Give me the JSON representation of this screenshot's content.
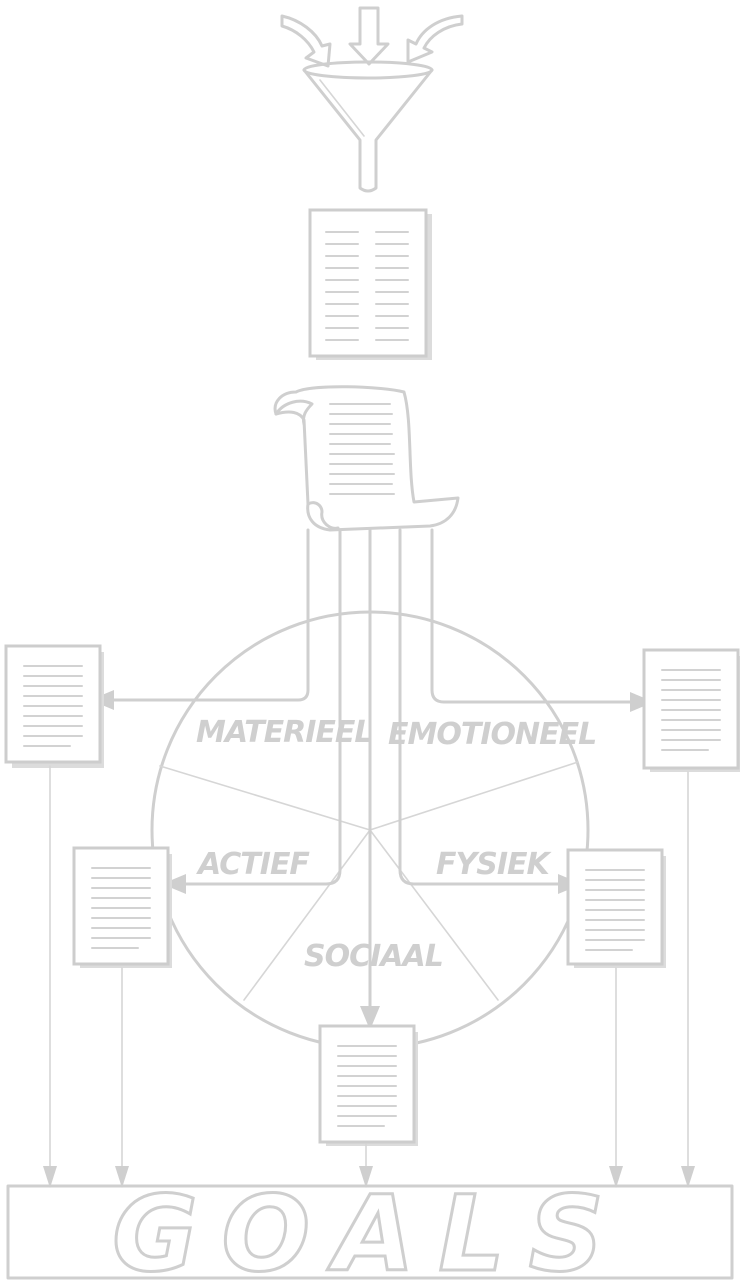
{
  "diagram": {
    "segments": {
      "materieel": "MATERIEEL",
      "emotioneel": "EMOTIONEEL",
      "actief": "ACTIEF",
      "fysiek": "FYSIEK",
      "sociaal": "SOCIAAL"
    },
    "goals_label": "GOALS",
    "colors": {
      "ink": "#cfcfcf",
      "paper": "#ffffff"
    }
  }
}
